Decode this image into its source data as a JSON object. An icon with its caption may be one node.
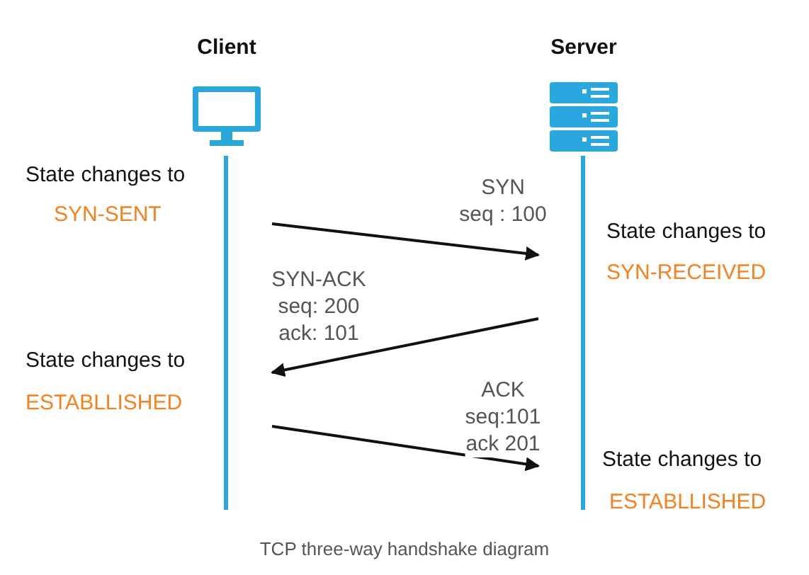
{
  "diagram": {
    "caption": "TCP three-way handshake diagram",
    "nodes": [
      {
        "text": [
          "Client"
        ]
      },
      {
        "text": [
          "Server"
        ]
      }
    ],
    "edges": [
      {
        "from": 0,
        "to": 1,
        "arrow": "to",
        "label": "SYN seq : 100"
      },
      {
        "from": 1,
        "to": 0,
        "arrow": "to",
        "label": "SYN-ACK seq: 200 ack: 101"
      },
      {
        "from": 0,
        "to": 1,
        "arrow": "to",
        "label": "ACK seq:101 ack 201"
      }
    ],
    "labels": [
      "State changes to",
      "SYN-SENT",
      "State changes to",
      "SYN-RECEIVED",
      "State changes to",
      "ESTABLLISHED",
      "State changes to",
      "ESTABLLISHED"
    ]
  }
}
